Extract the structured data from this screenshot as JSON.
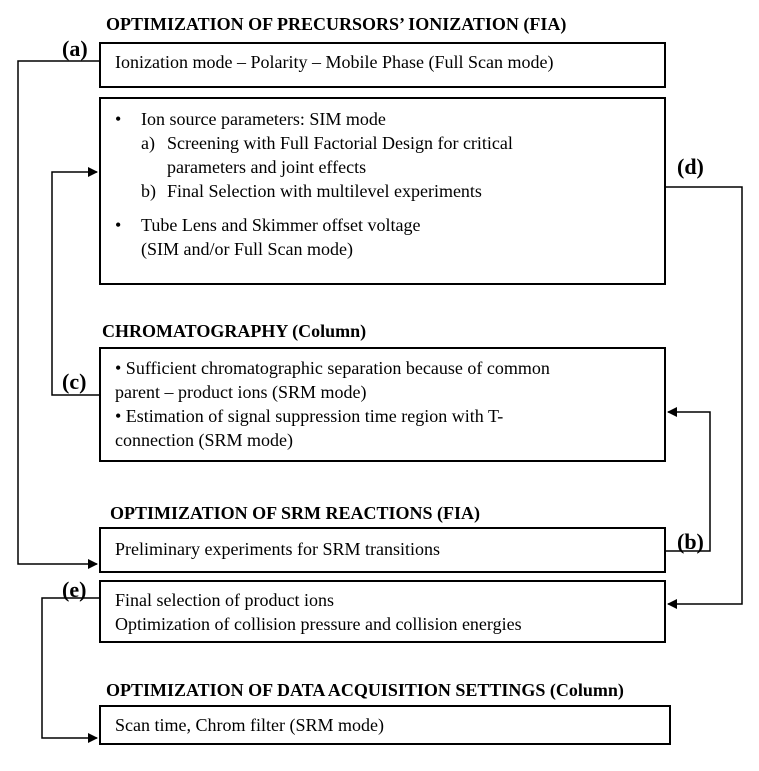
{
  "sections": {
    "precursors_title": "OPTIMIZATION OF PRECURSORS’ IONIZATION (FIA)",
    "chromatography_title": "CHROMATOGRAPHY (Column)",
    "srm_title": "OPTIMIZATION OF SRM REACTIONS (FIA)",
    "daq_title": "OPTIMIZATION OF DATA ACQUISITION SETTINGS (Column)"
  },
  "labels": {
    "a": "(a)",
    "b": "(b)",
    "c": "(c)",
    "d": "(d)",
    "e": "(e)"
  },
  "boxes": {
    "ionization_mode": "Ionization mode – Polarity – Mobile Phase (Full Scan mode)",
    "ion_source": {
      "bullet1": "Ion source parameters: SIM mode",
      "sub_a_mark": "a)",
      "sub_a_line1": "Screening with Full Factorial Design for critical",
      "sub_a_line2": "parameters and joint effects",
      "sub_b_mark": "b)",
      "sub_b_line1": "Final Selection with multilevel experiments",
      "bullet2_line1": "Tube Lens and Skimmer offset voltage",
      "bullet2_line2": "(SIM and/or Full Scan mode)"
    },
    "chromatography": {
      "line1": "• Sufficient chromatographic separation because of common",
      "line2": "parent – product ions (SRM mode)",
      "line3": "• Estimation of signal suppression time region with T-",
      "line4": "connection (SRM mode)"
    },
    "srm_preliminary": "Preliminary experiments for SRM transitions",
    "product_ions": {
      "line1": "Final selection of product ions",
      "line2": "Optimization of collision pressure and collision energies"
    },
    "scan_time": "Scan time, Chrom filter (SRM mode)"
  },
  "bullet_symbol": "•"
}
